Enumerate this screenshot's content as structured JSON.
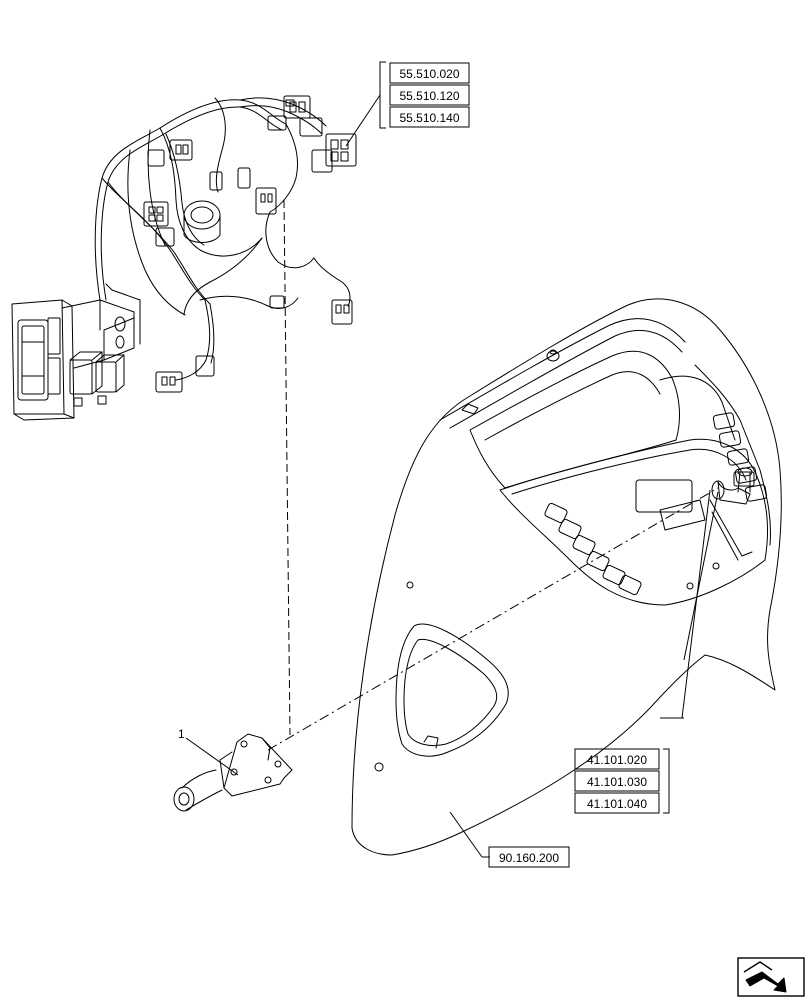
{
  "callouts": {
    "item_number": "1",
    "harness_refs": [
      "55.510.020",
      "55.510.120",
      "55.510.140"
    ],
    "console_refs": [
      "41.101.020",
      "41.101.030",
      "41.101.040"
    ],
    "cover_ref": "90.160.200"
  },
  "nav_icon": "next-page-arrow-icon",
  "colors": {
    "line": "#000000",
    "paper": "#ffffff"
  }
}
